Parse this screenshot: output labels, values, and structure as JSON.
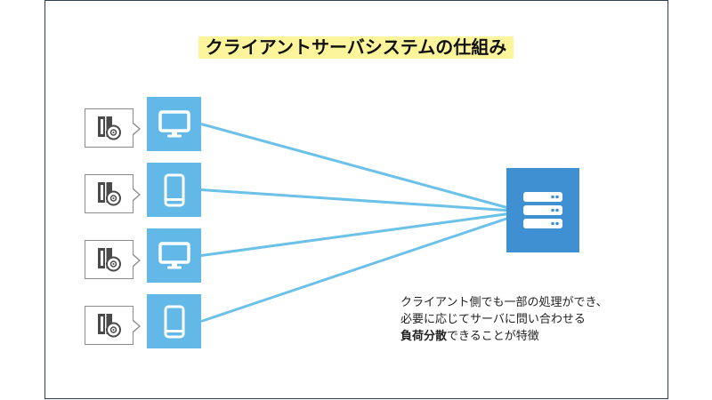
{
  "title": "クライアントサーバシステムの仕組み",
  "clients": [
    {
      "device_icon": "monitor-icon",
      "app_icon": "software-package-icon"
    },
    {
      "device_icon": "smartphone-icon",
      "app_icon": "software-package-icon"
    },
    {
      "device_icon": "monitor-icon",
      "app_icon": "software-package-icon"
    },
    {
      "device_icon": "smartphone-icon",
      "app_icon": "software-package-icon"
    }
  ],
  "server": {
    "icon": "server-icon"
  },
  "description": {
    "line1": "クライアント側でも一部の処理ができ、",
    "line2": "必要に応じてサーバに問い合わせる",
    "line3_bold": "負荷分散",
    "line3_rest": "できることが特徴"
  },
  "colors": {
    "border": "#2f3e4e",
    "highlight": "#fdf59b",
    "client": "#62b8e6",
    "server": "#3f8fd3",
    "line": "#6cc1e8"
  }
}
